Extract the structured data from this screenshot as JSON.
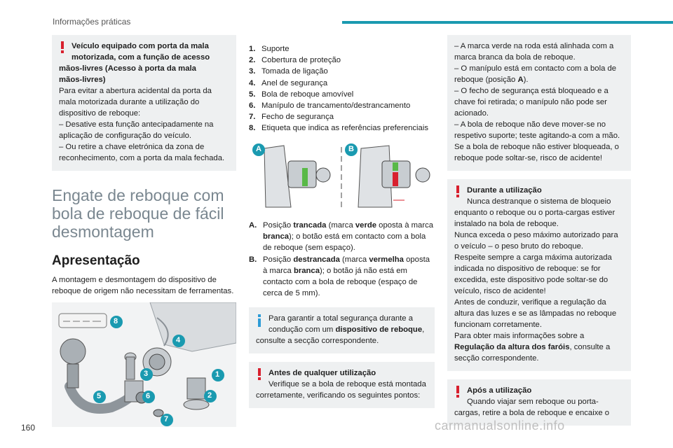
{
  "header": {
    "section": "Informações práticas"
  },
  "footer": {
    "page_number": "160",
    "watermark": "carmanualsonline.info"
  },
  "left": {
    "warning_box": {
      "title_l1": "Veículo equipado com porta da mala",
      "title_l2": "motorizada, com a função de acesso",
      "title_l3": "mãos-livres (Acesso à porta da mala",
      "title_l4": "mãos-livres)",
      "body": "Para evitar a abertura acidental da porta da mala motorizada durante a utilização do dispositivo de reboque:",
      "item1": "–  Desative esta função antecipadamente na aplicação de configuração do veículo.",
      "item2": "–  Ou retire a chave eletrónica da zona de reconhecimento, com a porta da mala fechada."
    },
    "section_title": "Engate de reboque com bola de reboque de fácil desmontagem",
    "subsection_title": "Apresentação",
    "intro": "A montagem e desmontagem do dispositivo de reboque de origem não necessitam de ferramentas.",
    "diagram_labels": [
      "1",
      "2",
      "3",
      "4",
      "5",
      "6",
      "7",
      "8"
    ]
  },
  "middle": {
    "parts": [
      {
        "num": "1.",
        "text": "Suporte"
      },
      {
        "num": "2.",
        "text": "Cobertura de proteção"
      },
      {
        "num": "3.",
        "text": "Tomada de ligação"
      },
      {
        "num": "4.",
        "text": "Anel de segurança"
      },
      {
        "num": "5.",
        "text": "Bola de reboque amovível"
      },
      {
        "num": "6.",
        "text": "Manípulo de trancamento/destrancamento"
      },
      {
        "num": "7.",
        "text": "Fecho de segurança"
      },
      {
        "num": "8.",
        "text": "Etiqueta que indica as referências preferenciais"
      }
    ],
    "diagram_ab": {
      "label_a": "A",
      "label_b": "B"
    },
    "pos_a": {
      "num": "A.",
      "t1": "Posição ",
      "t2": "trancada",
      "t3": " (marca ",
      "t4": "verde",
      "t5": " oposta à marca ",
      "t6": "branca",
      "t7": "); o botão está em contacto com a bola de reboque (sem espaço)."
    },
    "pos_b": {
      "num": "B.",
      "t1": "Posição ",
      "t2": "destrancada",
      "t3": " (marca ",
      "t4": "vermelha",
      "t5": " oposta à marca ",
      "t6": "branca",
      "t7": "); o botão já não está em contacto com a bola de reboque (espaço de cerca de 5 mm)."
    },
    "info_box": {
      "t1": "Para garantir a total segurança durante a condução com um ",
      "t2": "dispositivo de reboque",
      "t3": ", consulte a secção correspondente."
    },
    "before_box": {
      "title": "Antes de qualquer utilização",
      "body": "Verifique se a bola de reboque está montada corretamente, verificando os seguintes pontos:"
    }
  },
  "right": {
    "checks": [
      "–  A marca verde na roda está alinhada com a marca branca da bola de reboque.",
      "–  O manípulo está em contacto com a bola de reboque (posição ",
      "–  O fecho de segurança está bloqueado e a chave foi retirada; o manípulo não pode ser acionado.",
      "–  A bola de reboque não deve mover-se no respetivo suporte; teste agitando-a com a mão. Se a bola de reboque não estiver bloqueada, o reboque pode soltar-se, risco de acidente!"
    ],
    "check2_bold": "A",
    "check2_end": ").",
    "during_box": {
      "title": "Durante a utilização",
      "p1": "Nunca destranque o sistema de bloqueio enquanto o reboque ou o porta-cargas estiver instalado na bola de reboque.",
      "p2": "Nunca exceda o peso máximo autorizado para o veículo – o peso bruto do reboque.",
      "p3": "Respeite sempre a carga máxima autorizada indicada no dispositivo de reboque: se for excedida, este dispositivo pode soltar-se do veículo, risco de acidente!",
      "p4": "Antes de conduzir, verifique a regulação da altura das luzes e se as lâmpadas no reboque funcionam corretamente.",
      "p5a": "Para obter mais informações sobre a ",
      "p5b": "Regulação da altura dos faróis",
      "p5c": ", consulte a secção correspondente."
    },
    "after_box": {
      "title": "Após a utilização",
      "body": "Quando viajar sem reboque ou porta-cargas, retire a bola de reboque e encaixe o"
    }
  }
}
